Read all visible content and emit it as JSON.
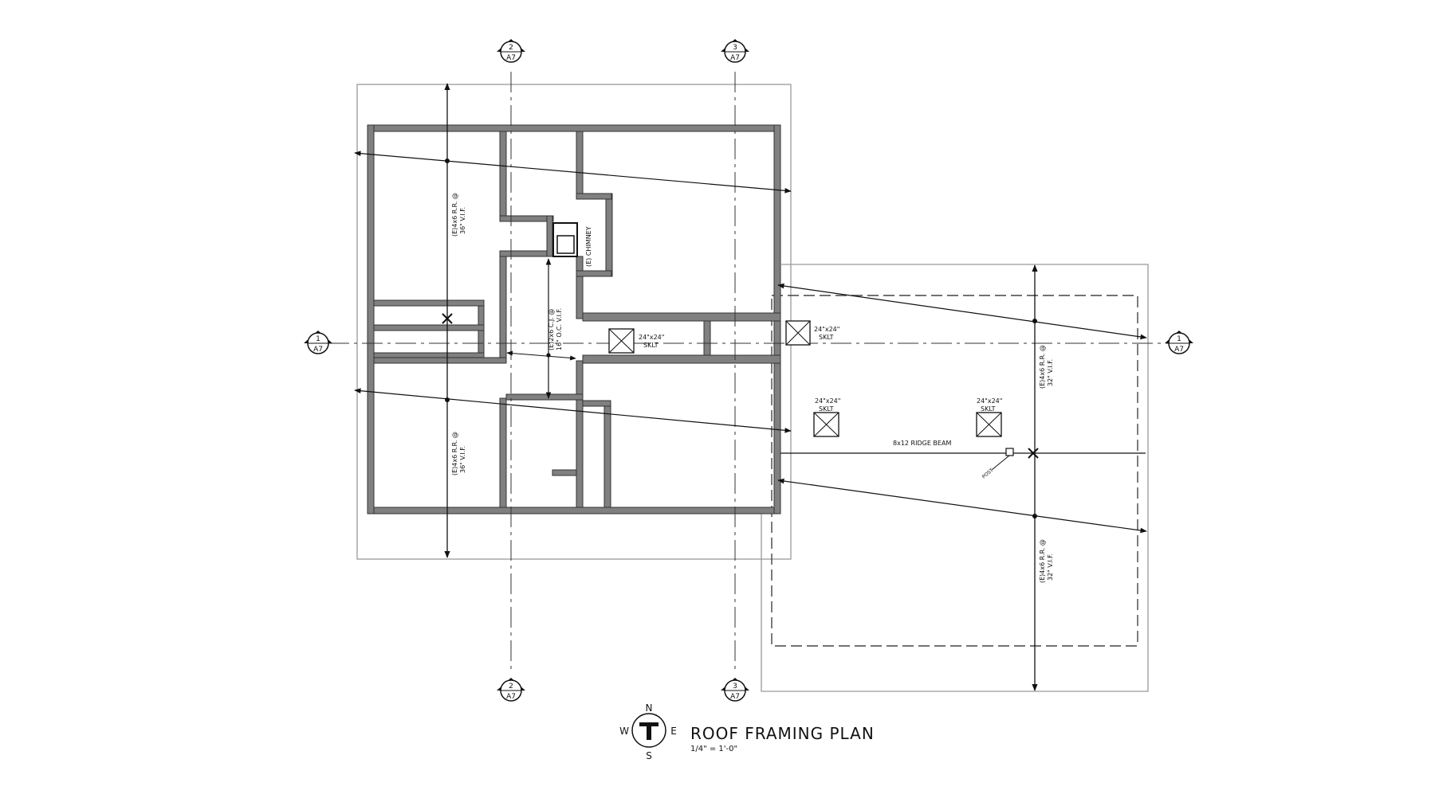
{
  "section_markers": {
    "marker_2_top": {
      "number": "2",
      "sheet": "A7"
    },
    "marker_3_top": {
      "number": "3",
      "sheet": "A7"
    },
    "marker_2_bottom": {
      "number": "2",
      "sheet": "A7"
    },
    "marker_3_bottom": {
      "number": "3",
      "sheet": "A7"
    },
    "marker_1_left": {
      "number": "1",
      "sheet": "A7"
    },
    "marker_1_right": {
      "number": "1",
      "sheet": "A7"
    }
  },
  "labels": {
    "chimney": "(E) CHIMNEY",
    "ceiling_joist_line1": "(E)2x6 C.J. @",
    "ceiling_joist_line2": "16\" O.C. V.I.F.",
    "rafter_upper_left_line1": "(E)4x6 R.R. @",
    "rafter_upper_left_line2": "36\" V.I.F.",
    "rafter_lower_left_line1": "(E)4x6 R.R. @",
    "rafter_lower_left_line2": "36\" V.I.F.",
    "rafter_upper_right_line1": "(E)4x6 R.R. @",
    "rafter_upper_right_line2": "32\" V.I.F.",
    "rafter_lower_right_line1": "(E)4x6 R.R. @",
    "rafter_lower_right_line2": "32\" V.I.F.",
    "ridge_beam": "8x12 RIDGE BEAM",
    "post_tag": "POST"
  },
  "skylights": [
    {
      "size": "24\"x24\"",
      "tag": "SKLT"
    },
    {
      "size": "24\"x24\"",
      "tag": "SKLT"
    },
    {
      "size": "24\"x24\"",
      "tag": "SKLT"
    },
    {
      "size": "24\"x24\"",
      "tag": "SKLT"
    }
  ],
  "north_arrow": {
    "n": "N",
    "s": "S",
    "e": "E",
    "w": "W"
  },
  "title_block": {
    "title": "ROOF FRAMING PLAN",
    "scale": "1/4\" = 1'-0\""
  }
}
